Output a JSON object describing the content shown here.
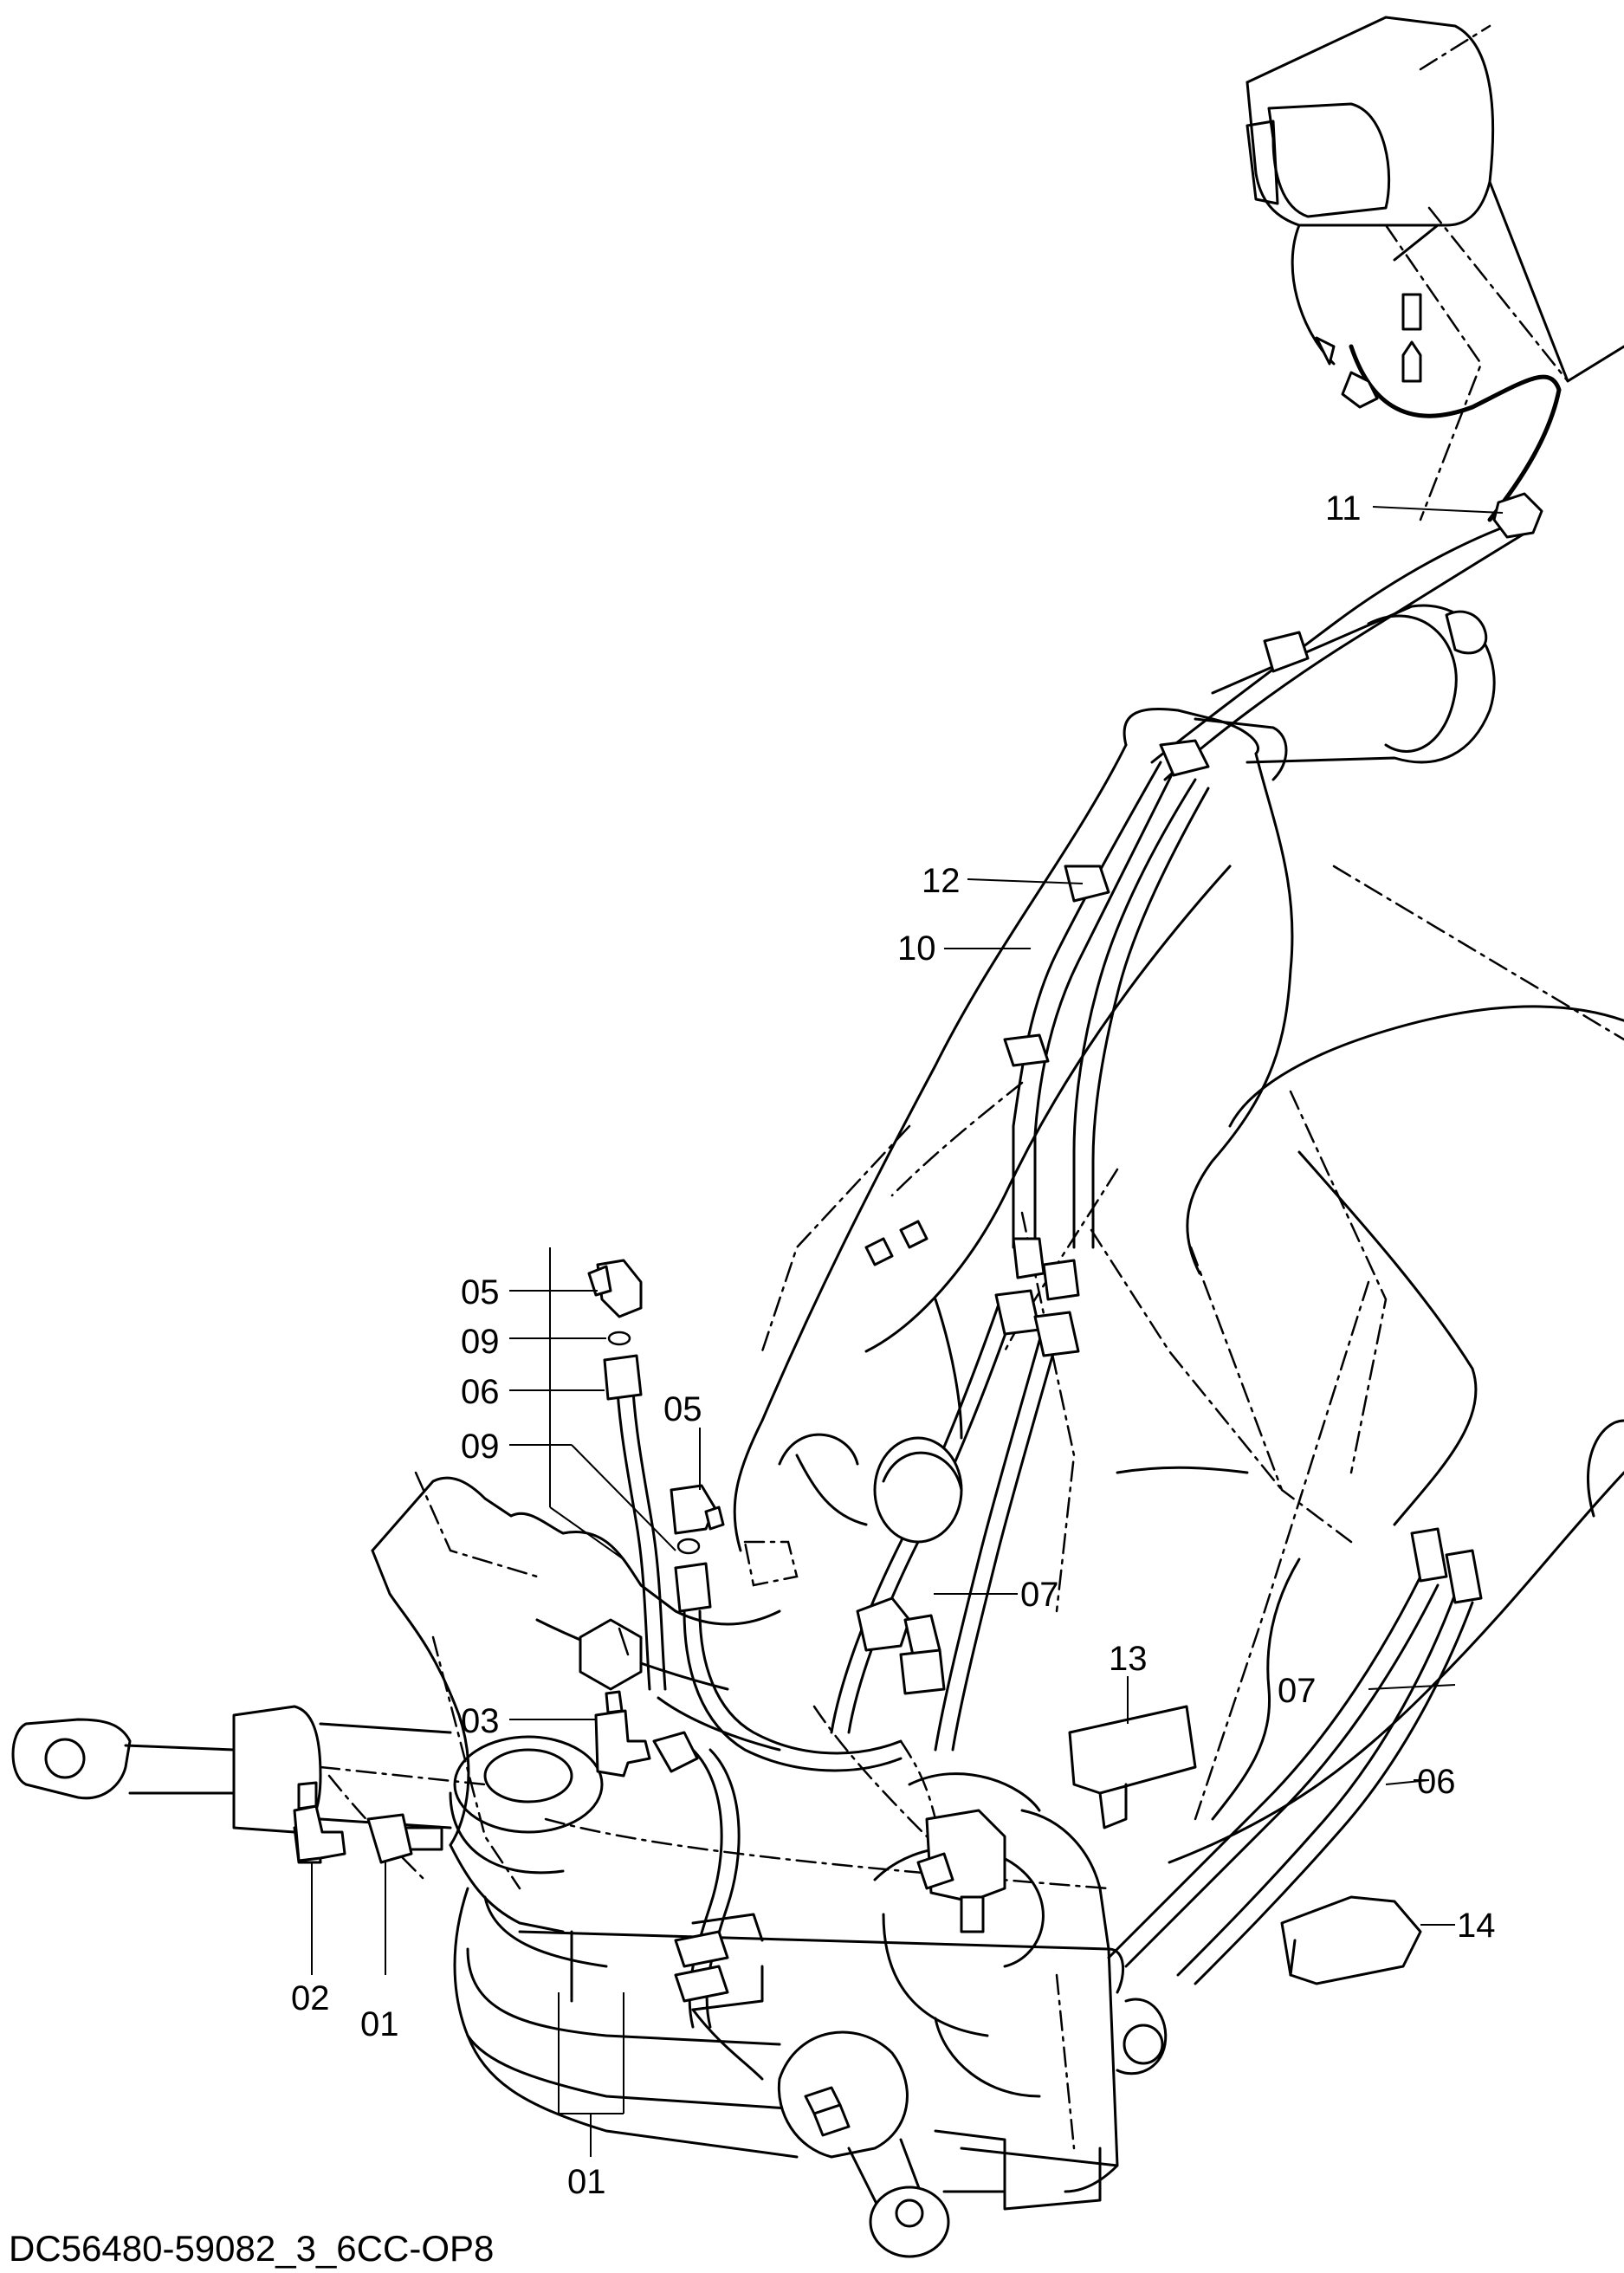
{
  "drawing": {
    "code": "DC56480-59082_3_6CC-OP8"
  },
  "callouts": [
    {
      "key": "c11",
      "label": "11"
    },
    {
      "key": "c12",
      "label": "12"
    },
    {
      "key": "c10",
      "label": "10"
    },
    {
      "key": "c05a",
      "label": "05"
    },
    {
      "key": "c09a",
      "label": "09"
    },
    {
      "key": "c06a",
      "label": "06"
    },
    {
      "key": "c05b",
      "label": "05"
    },
    {
      "key": "c09b",
      "label": "09"
    },
    {
      "key": "c07a",
      "label": "07"
    },
    {
      "key": "c03",
      "label": "03"
    },
    {
      "key": "c13",
      "label": "13"
    },
    {
      "key": "c07b",
      "label": "07"
    },
    {
      "key": "c06b",
      "label": "06"
    },
    {
      "key": "c14",
      "label": "14"
    },
    {
      "key": "c02",
      "label": "02"
    },
    {
      "key": "c01a",
      "label": "01"
    },
    {
      "key": "c01b",
      "label": "01"
    }
  ]
}
